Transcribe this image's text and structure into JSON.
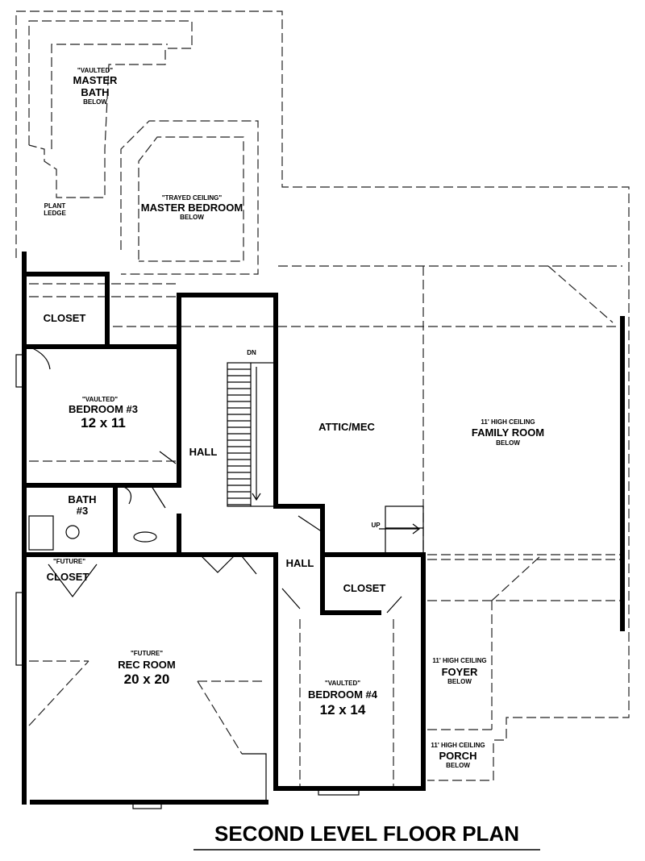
{
  "title": "SECOND LEVEL FLOOR PLAN",
  "rooms": {
    "master_bath": {
      "note": "\"VAULTED\"",
      "name1": "MASTER",
      "name2": "BATH",
      "below": "BELOW"
    },
    "plant_ledge": {
      "line1": "PLANT",
      "line2": "LEDGE"
    },
    "master_bedroom": {
      "note": "\"TRAYED CEILING\"",
      "name": "MASTER BEDROOM",
      "below": "BELOW"
    },
    "closet_1": {
      "name": "CLOSET"
    },
    "bedroom_3": {
      "note": "\"VAULTED\"",
      "name": "BEDROOM #3",
      "size": "12 x 11"
    },
    "hall_1": {
      "name": "HALL"
    },
    "stairs_down": {
      "label": "DN"
    },
    "stairs_up": {
      "label": "UP"
    },
    "attic": {
      "name": "ATTIC/MEC"
    },
    "family_room": {
      "note": "11' HIGH CEILING",
      "name": "FAMILY ROOM",
      "below": "BELOW"
    },
    "bath_3": {
      "name1": "BATH",
      "name2": "#3"
    },
    "closet_2": {
      "note": "\"FUTURE\"",
      "name": "CLOSET"
    },
    "hall_2": {
      "name": "HALL"
    },
    "closet_3": {
      "name": "CLOSET"
    },
    "rec_room": {
      "note": "\"FUTURE\"",
      "name": "REC ROOM",
      "size": "20 x 20"
    },
    "bedroom_4": {
      "note": "\"VAULTED\"",
      "name": "BEDROOM #4",
      "size": "12 x 14"
    },
    "foyer": {
      "note": "11' HIGH CEILING",
      "name": "FOYER",
      "below": "BELOW"
    },
    "porch": {
      "note": "11' HIGH CEILING",
      "name": "PORCH",
      "below": "BELOW"
    }
  }
}
